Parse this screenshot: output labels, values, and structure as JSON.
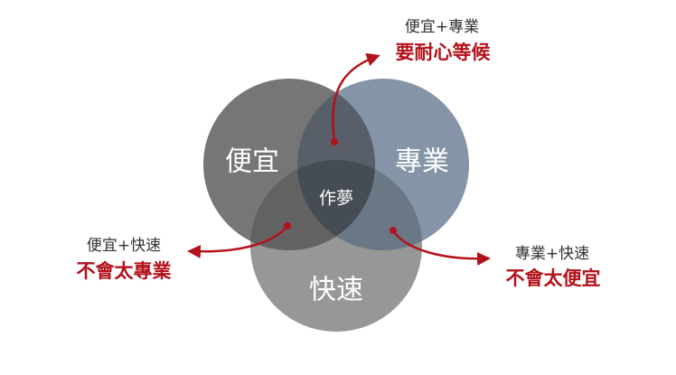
{
  "circles": {
    "cheap": "便宜",
    "professional": "專業",
    "fast": "快速"
  },
  "center": "作夢",
  "combos": [
    {
      "pair": "便宜+專業",
      "result": "要耐心等候"
    },
    {
      "pair": "便宜+快速",
      "result": "不會太專業"
    },
    {
      "pair": "專業+快速",
      "result": "不會太便宜"
    }
  ],
  "colors": {
    "cheap_circle": "#6f6f70",
    "professional_circle": "#7b8b9e",
    "fast_circle": "#919191",
    "accent_red": "#b3121b"
  }
}
